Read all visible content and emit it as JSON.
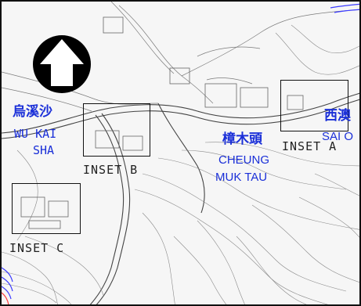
{
  "map": {
    "places": {
      "wu_kai_sha": {
        "zh": "烏溪沙",
        "en_line1": "WU KAI",
        "en_line2": "SHA"
      },
      "cheung_muk_tau": {
        "zh": "樟木頭",
        "en_line1": "CHEUNG",
        "en_line2": "MUK TAU"
      },
      "sai_o": {
        "zh": "西澳",
        "en": "SAI O"
      }
    },
    "insets": {
      "a": {
        "label": "INSET A"
      },
      "b": {
        "label": "INSET B"
      },
      "c": {
        "label": "INSET C"
      }
    },
    "colors": {
      "place_label": "#1a2fd8",
      "linework": "#555555",
      "inset_frame": "#111111",
      "north_arrow": "#000000"
    },
    "north_arrow_icon": "north-arrow-icon"
  }
}
